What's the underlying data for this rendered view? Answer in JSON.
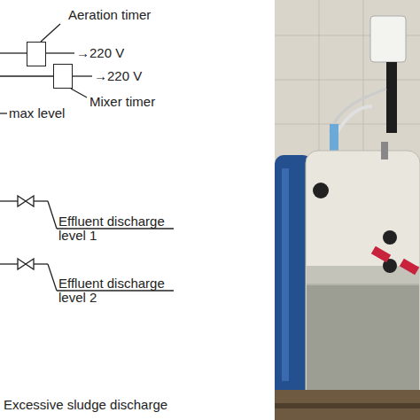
{
  "diagram": {
    "nodes": [
      {
        "text": [
          "Aeration timer"
        ]
      },
      {
        "text": [
          "Mixer timer"
        ]
      }
    ],
    "labels": [
      "→220 V",
      "→220 V",
      "max level",
      "Effluent discharge level 1",
      "Effluent discharge level 2",
      "Excessive sludge discharge"
    ]
  }
}
